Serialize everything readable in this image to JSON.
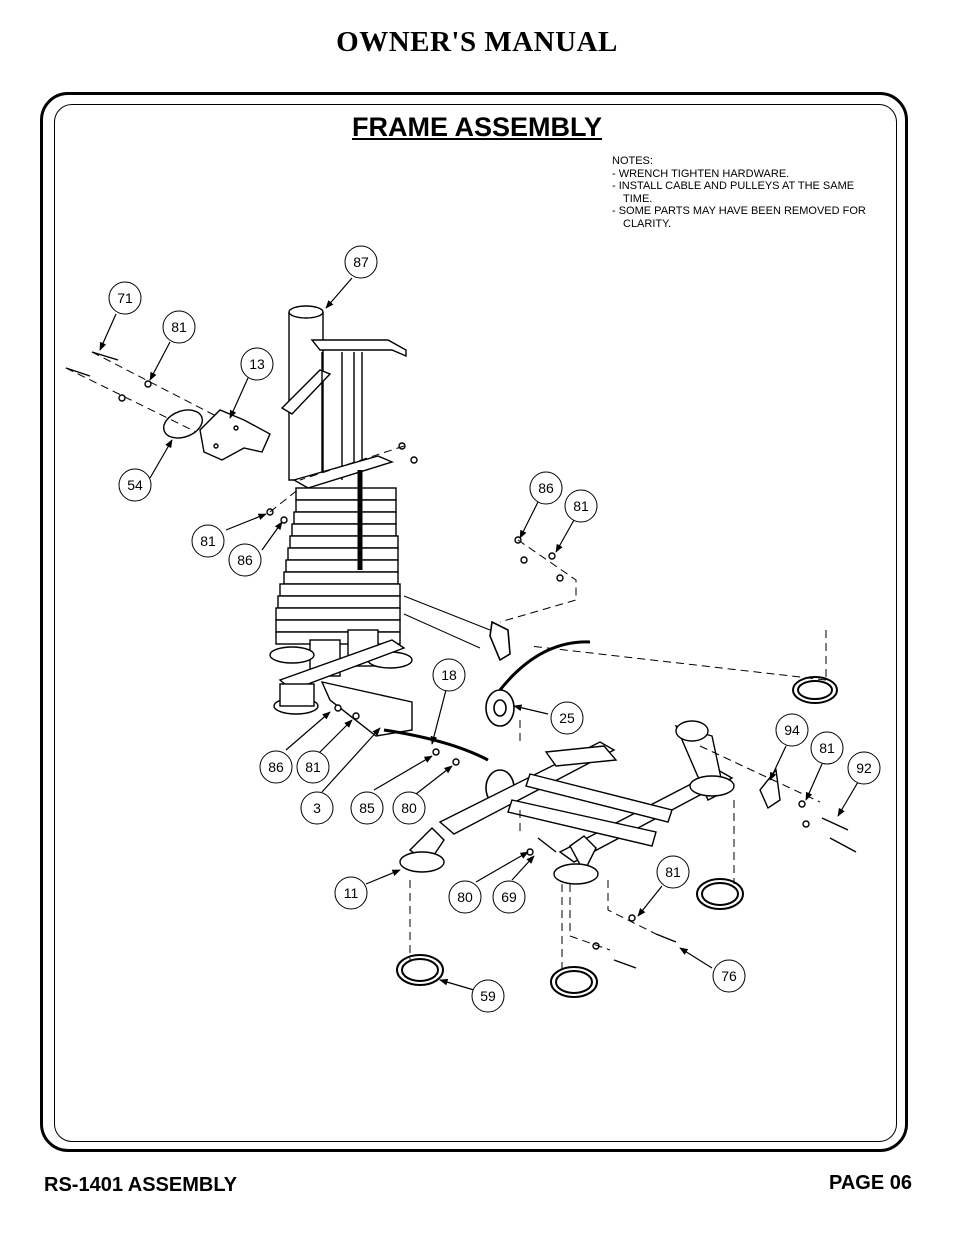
{
  "header": {
    "title": "OWNER'S MANUAL"
  },
  "section": {
    "title": "FRAME ASSEMBLY"
  },
  "notes": {
    "heading": "NOTES:",
    "items": [
      "-  WRENCH TIGHTEN HARDWARE.",
      "-  INSTALL CABLE AND PULLEYS AT THE SAME TIME.",
      "-  SOME PARTS MAY HAVE BEEN REMOVED FOR CLARITY."
    ]
  },
  "callouts": [
    {
      "label": "87"
    },
    {
      "label": "71"
    },
    {
      "label": "81"
    },
    {
      "label": "13"
    },
    {
      "label": "54"
    },
    {
      "label": "86"
    },
    {
      "label": "81"
    },
    {
      "label": "81"
    },
    {
      "label": "86"
    },
    {
      "label": "18"
    },
    {
      "label": "25"
    },
    {
      "label": "94"
    },
    {
      "label": "81"
    },
    {
      "label": "92"
    },
    {
      "label": "86"
    },
    {
      "label": "81"
    },
    {
      "label": "3"
    },
    {
      "label": "85"
    },
    {
      "label": "80"
    },
    {
      "label": "11"
    },
    {
      "label": "80"
    },
    {
      "label": "69"
    },
    {
      "label": "81"
    },
    {
      "label": "76"
    },
    {
      "label": "59"
    }
  ],
  "footer": {
    "left": "RS-1401 ASSEMBLY",
    "right": "PAGE 06"
  }
}
